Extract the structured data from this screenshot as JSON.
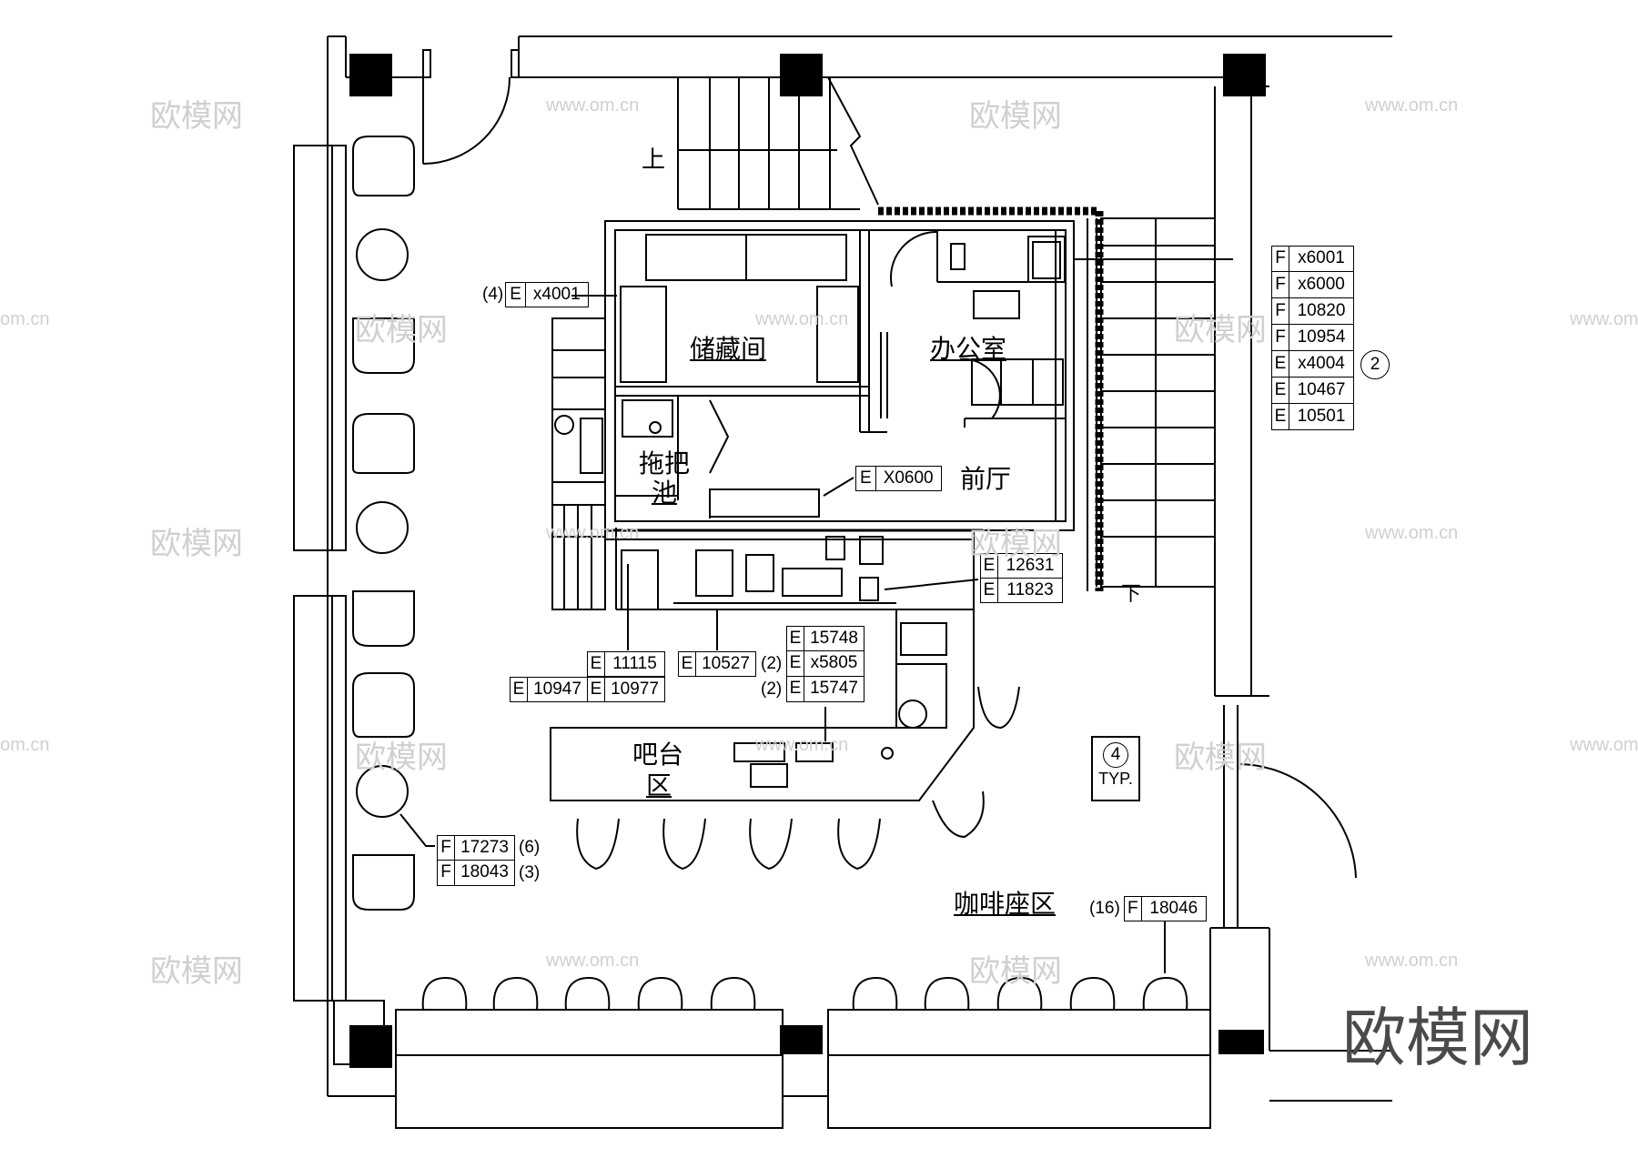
{
  "rooms": {
    "storage": "储藏间",
    "office": "办公室",
    "mop_sink_1": "拖把",
    "mop_sink_2": "池",
    "lobby": "前厅",
    "bar_1": "吧台",
    "bar_2": "区",
    "coffee_seating": "咖啡座区",
    "stair_up": "上",
    "stair_down": "下"
  },
  "tags": {
    "x4001": {
      "prefix": "(4)",
      "letter": "E",
      "code": "x4001"
    },
    "x0600": {
      "letter": "E",
      "code": "X0600"
    },
    "right_column": [
      {
        "letter": "F",
        "code": "x6001"
      },
      {
        "letter": "F",
        "code": "x6000"
      },
      {
        "letter": "F",
        "code": "10820"
      },
      {
        "letter": "F",
        "code": "10954"
      },
      {
        "letter": "E",
        "code": "x4004"
      },
      {
        "letter": "E",
        "code": "10467"
      },
      {
        "letter": "E",
        "code": "10501"
      }
    ],
    "circle_ref": "2",
    "e12631": {
      "letter": "E",
      "code": "12631"
    },
    "e11823": {
      "letter": "E",
      "code": "11823"
    },
    "e11115": {
      "letter": "E",
      "code": "11115"
    },
    "e10947": {
      "letter": "E",
      "code": "10947"
    },
    "e10977": {
      "letter": "E",
      "code": "10977"
    },
    "e10527": {
      "letter": "E",
      "code": "10527"
    },
    "e15748": {
      "letter": "E",
      "code": "15748"
    },
    "ex5805": {
      "prefix": "(2)",
      "letter": "E",
      "code": "x5805"
    },
    "e15747": {
      "prefix": "(2)",
      "letter": "E",
      "code": "15747"
    },
    "f17273": {
      "letter": "F",
      "code": "17273",
      "suffix": "(6)"
    },
    "f18043": {
      "letter": "F",
      "code": "18043",
      "suffix": "(3)"
    },
    "f18046": {
      "prefix": "(16)",
      "letter": "F",
      "code": "18046"
    },
    "typ_num": "4",
    "typ_text": "TYP."
  },
  "watermarks": {
    "brand": "欧模网",
    "url": "www.om.cn",
    "url_short": "om.cn"
  },
  "colors": {
    "line": "#000000",
    "watermark": "#c8c8c8"
  }
}
